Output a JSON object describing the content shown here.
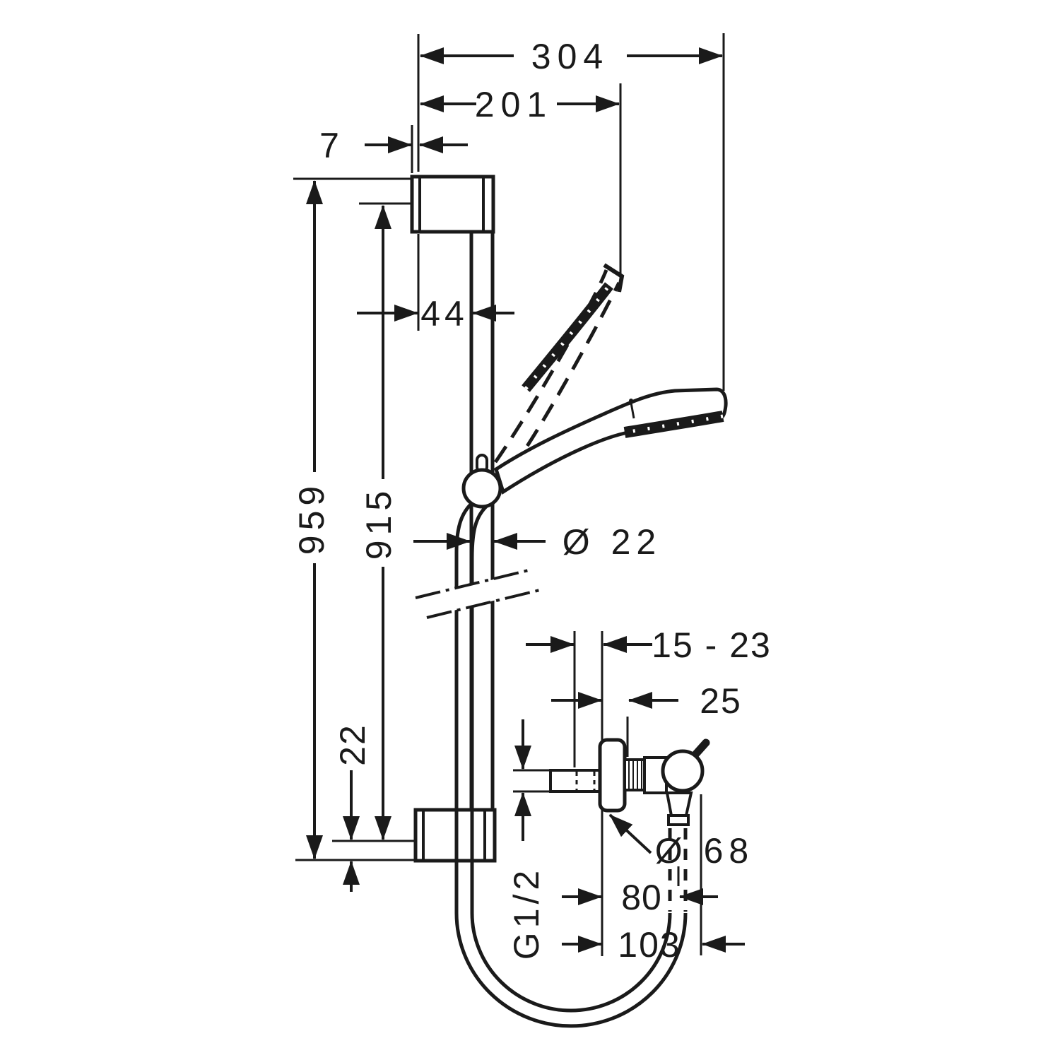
{
  "colors": {
    "background": "#ffffff",
    "ink": "#1a1a1a"
  },
  "drawing": {
    "type": "technical-dimension-diagram",
    "subject": "shower rail set with hand shower, hose and exposed valve",
    "dims": {
      "overall_width": "304",
      "head_offset": "201",
      "bracket_edge_offset": "7",
      "bracket_depth": "44",
      "rail_length_overall": "959",
      "rail_length_bar": "915",
      "rail_diameter": "Ø 22",
      "bottom_bracket_height": "22",
      "wall_depth_range": "15 - 23",
      "escutcheon_depth": "25",
      "thread": "G1/2",
      "escutcheon_diameter": "Ø 68",
      "hose_offset": "80",
      "valve_depth": "103"
    }
  }
}
